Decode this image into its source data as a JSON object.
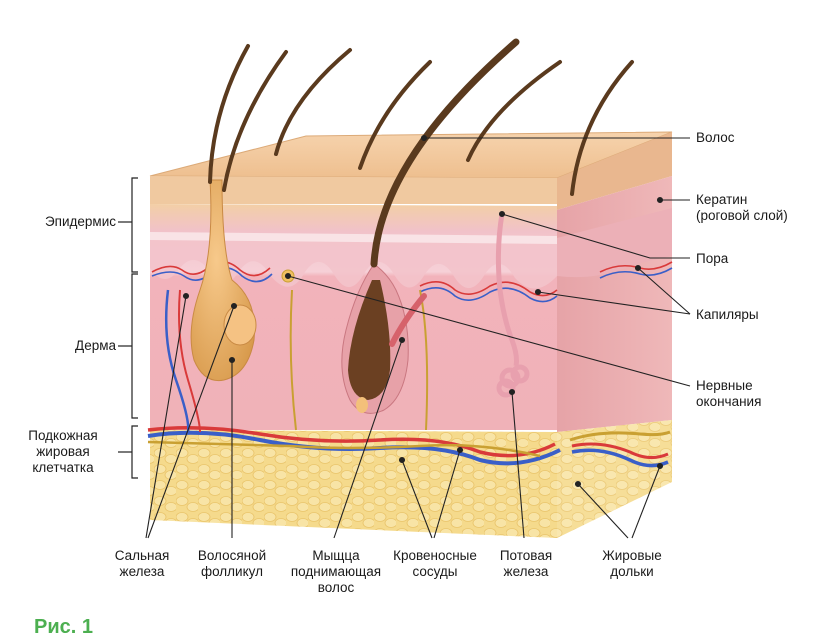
{
  "labels": {
    "left": {
      "epidermis": "Эпидермис",
      "dermis": "Дерма",
      "subcutaneous": "Подкожная\nжировая\nклетчатка"
    },
    "right": {
      "hair": "Волос",
      "keratin": "Кератин\n(роговой слой)",
      "pore": "Пора",
      "capillaries": "Капиляры",
      "nerve_endings": "Нервные\nокончания"
    },
    "bottom": {
      "sebaceous_gland": "Сальная\nжелеза",
      "hair_follicle": "Волосяной\nфолликул",
      "arrector_muscle": "Мыщца\nподнимающая\nволос",
      "blood_vessels": "Кровеносные\nсосуды",
      "sweat_gland": "Потовая\nжелеза",
      "fat_lobules": "Жировые\nдольки"
    }
  },
  "figure_number": "Рис. 1",
  "colors": {
    "epidermis_top": "#f2c79a",
    "epidermis_layer": "#f3c6cf",
    "dermis": "#f2b9bf",
    "fat": "#f3d27a",
    "artery": "#d93a3a",
    "vein": "#3a5fc8",
    "nerve": "#c9a032",
    "hair": "#5a3a1e"
  }
}
